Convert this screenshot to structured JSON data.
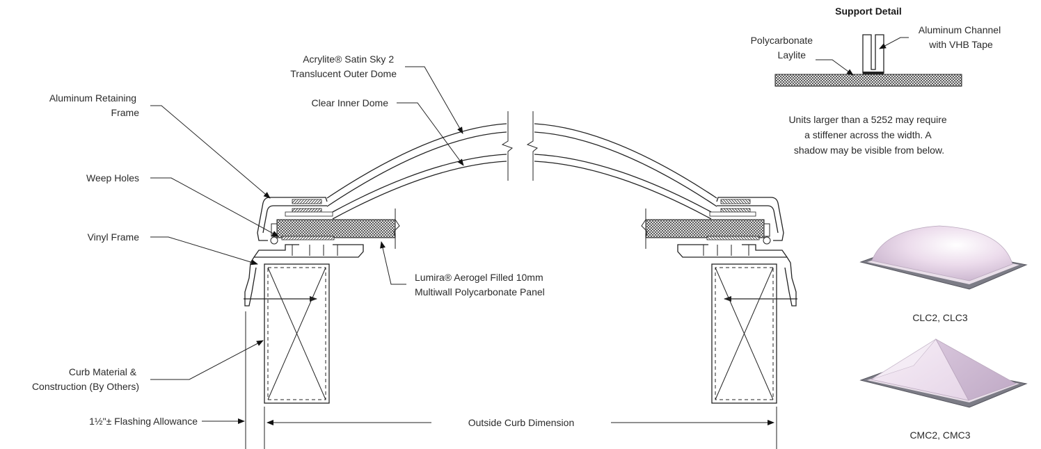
{
  "labels": {
    "aluminum_retaining_frame": [
      "Aluminum Retaining",
      "Frame"
    ],
    "weep_holes": "Weep Holes",
    "vinyl_frame": "Vinyl Frame",
    "curb_material": [
      "Curb Material &",
      "Construction  (By Others)"
    ],
    "flashing_allowance": "1½\"± Flashing Allowance",
    "outer_dome": [
      "Acrylite® Satin Sky 2",
      "Translucent Outer Dome"
    ],
    "inner_dome": "Clear Inner Dome",
    "aerogel_panel": [
      "Lumira® Aerogel Filled 10mm",
      "Multiwall Polycarbonate Panel"
    ],
    "outside_curb_dimension": "Outside Curb Dimension"
  },
  "support_detail": {
    "title": "Support Detail",
    "polycarbonate": [
      "Polycarbonate",
      "Laylite"
    ],
    "aluminum_channel": [
      "Aluminum Channel",
      "with VHB Tape"
    ],
    "note": [
      "Units larger than a 5252 may require",
      "a stiffener across the width. A",
      "shadow may be visible from below."
    ]
  },
  "products": [
    {
      "caption": "CLC2, CLC3",
      "shape": "dome"
    },
    {
      "caption": "CMC2, CMC3",
      "shape": "pyramid"
    }
  ]
}
